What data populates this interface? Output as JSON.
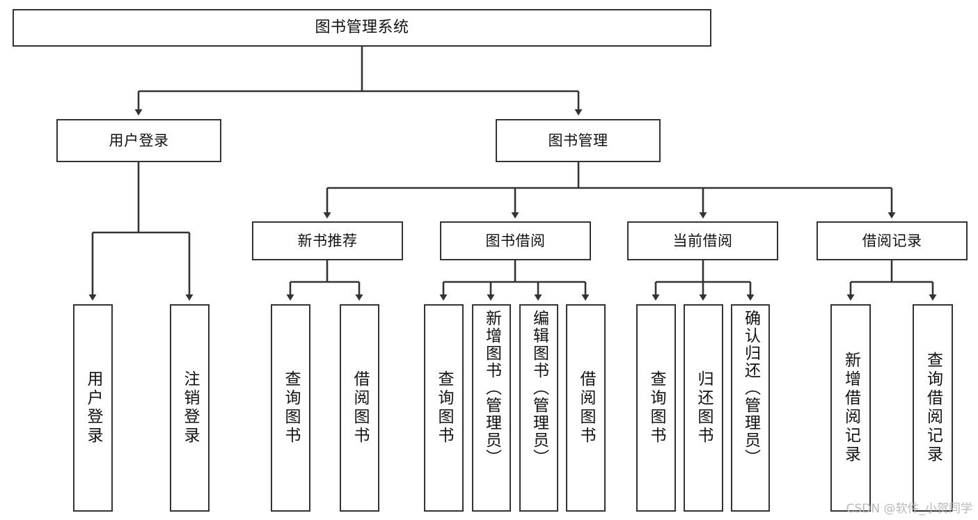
{
  "diagram": {
    "title": "图书管理系统",
    "type": "functional-structure-tree",
    "line_color": "#333333",
    "box_fill": "#ffffff",
    "text_color": "#111111"
  },
  "watermark": {
    "text": "CSDN @软件_小贺同学",
    "color": "#b9b9b9"
  },
  "nodes": {
    "root": {
      "label": "图书管理系统",
      "level": 1
    },
    "level2": [
      {
        "id": "user-login",
        "label": "用户登录"
      },
      {
        "id": "book-manage",
        "label": "图书管理"
      }
    ],
    "level3": [
      {
        "id": "new-book-recommend",
        "label": "新书推荐",
        "parent": "book-manage"
      },
      {
        "id": "book-borrow",
        "label": "图书借阅",
        "parent": "book-manage"
      },
      {
        "id": "current-borrow",
        "label": "当前借阅",
        "parent": "book-manage"
      },
      {
        "id": "borrow-record",
        "label": "借阅记录",
        "parent": "book-manage"
      }
    ],
    "leaves": [
      {
        "id": "leaf-user-login",
        "label": "用户登录",
        "parent": "user-login"
      },
      {
        "id": "leaf-logout-login",
        "label": "注销登录",
        "parent": "user-login"
      },
      {
        "id": "leaf-query-book-1",
        "label": "查询图书",
        "parent": "new-book-recommend"
      },
      {
        "id": "leaf-borrow-book-1",
        "label": "借阅图书",
        "parent": "new-book-recommend"
      },
      {
        "id": "leaf-query-book-2",
        "label": "查询图书",
        "parent": "book-borrow"
      },
      {
        "id": "leaf-add-book-admin",
        "label": "新增图书（管理员）",
        "parent": "book-borrow"
      },
      {
        "id": "leaf-edit-book-admin",
        "label": "编辑图书（管理员）",
        "parent": "book-borrow"
      },
      {
        "id": "leaf-borrow-book-2",
        "label": "借阅图书",
        "parent": "book-borrow"
      },
      {
        "id": "leaf-query-book-3",
        "label": "查询图书",
        "parent": "current-borrow"
      },
      {
        "id": "leaf-return-book",
        "label": "归还图书",
        "parent": "current-borrow"
      },
      {
        "id": "leaf-confirm-return-admin",
        "label": "确认归还（管理员）",
        "parent": "current-borrow"
      },
      {
        "id": "leaf-add-borrow-record",
        "label": "新增借阅记录",
        "parent": "borrow-record"
      },
      {
        "id": "leaf-query-borrow-record",
        "label": "查询借阅记录",
        "parent": "borrow-record"
      }
    ]
  }
}
